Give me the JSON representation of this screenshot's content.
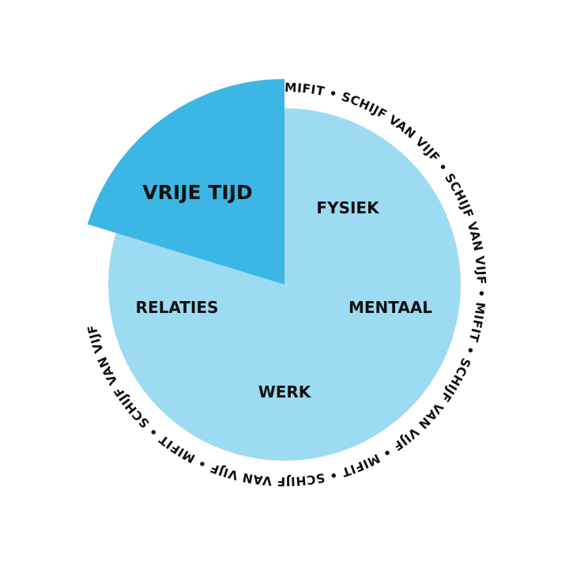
{
  "colors": {
    "background": "#ffffff",
    "wheel_light": "#9ddbf3",
    "wheel_highlight": "#3cb7e5",
    "text": "#111111"
  },
  "wheel": {
    "highlighted_segment": {
      "label": "VRIJE TIJD"
    },
    "segments": [
      {
        "label": "FYSIEK"
      },
      {
        "label": "MENTAAL"
      },
      {
        "label": "WERK"
      },
      {
        "label": "RELATIES"
      }
    ]
  },
  "ring": {
    "text": "MIFIT • SCHIJF VAN VIJF • SCHIJF VAN VIJF • MIFIT • SCHIJF VAN VIJF • MIFIT • SCHIJF VAN VIJF • MIFIT • SCHIJF VAN VIJF"
  }
}
